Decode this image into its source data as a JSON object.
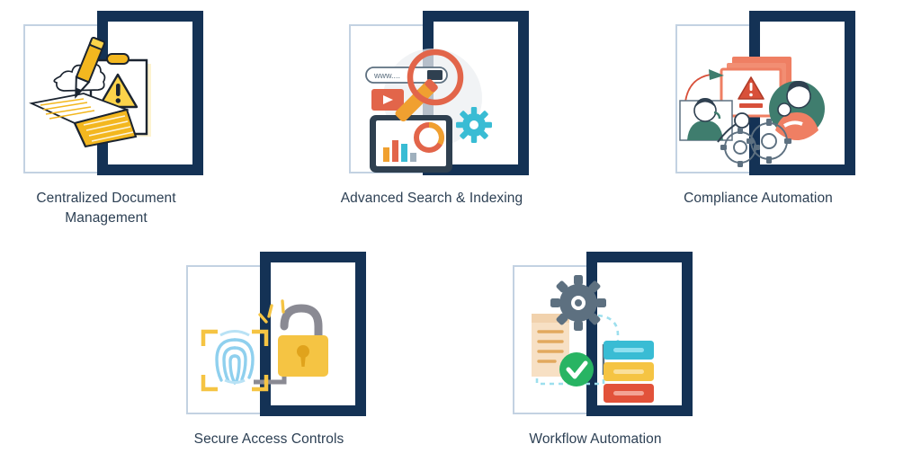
{
  "page": {
    "background_color": "#ffffff",
    "label_color": "#2d4054",
    "frame_navy_color": "#143255",
    "frame_light_color": "#c3d2e2"
  },
  "cards": [
    {
      "id": "centralized-document-management",
      "label": "Centralized Document Management",
      "icon_name": "document-pencil-warning-icon",
      "accent_colors": [
        "#f2b629",
        "#fcd34a",
        "#1b2430"
      ]
    },
    {
      "id": "advanced-search-indexing",
      "label": "Advanced Search & Indexing",
      "icon_name": "magnifier-analytics-icon",
      "accent_colors": [
        "#e2654a",
        "#f0a030",
        "#39bcd4",
        "#2f4050"
      ]
    },
    {
      "id": "compliance-automation",
      "label": "Compliance Automation",
      "icon_name": "people-alert-gears-icon",
      "accent_colors": [
        "#ef7f63",
        "#3f7d6e",
        "#d8503a"
      ]
    },
    {
      "id": "secure-access-controls",
      "label": "Secure Access Controls",
      "icon_name": "fingerprint-padlock-icon",
      "accent_colors": [
        "#f5c443",
        "#8fd0ee",
        "#8a8a93"
      ]
    },
    {
      "id": "workflow-automation",
      "label": "Workflow Automation",
      "icon_name": "document-gear-checklist-icon",
      "accent_colors": [
        "#5d7080",
        "#28b463",
        "#39bcd4",
        "#f5c443",
        "#e2523a"
      ]
    }
  ]
}
